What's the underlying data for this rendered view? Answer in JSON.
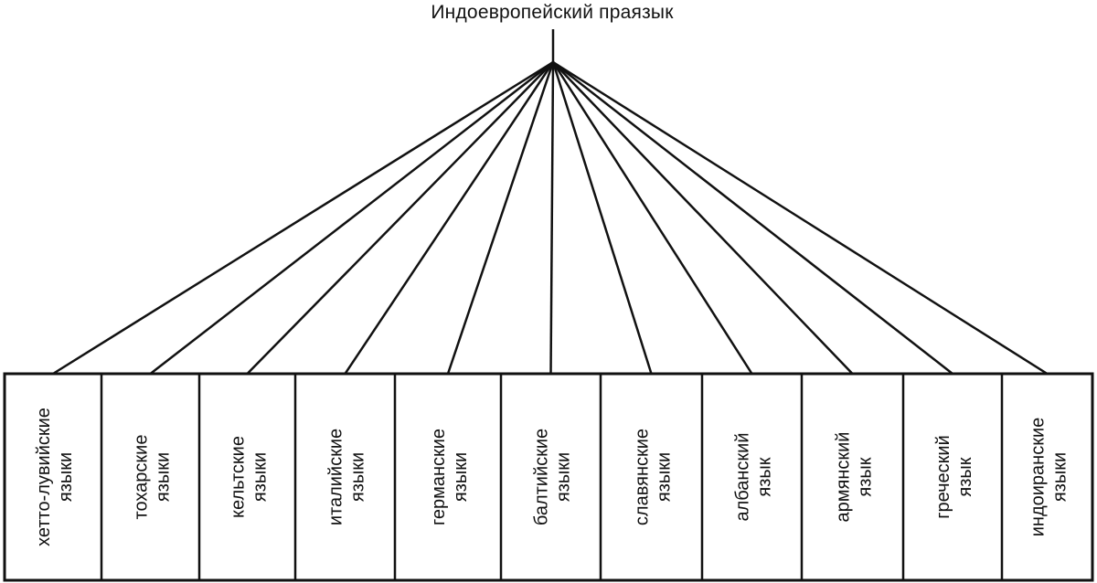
{
  "root": {
    "label": "Индоевропейский праязык"
  },
  "branches": [
    {
      "line1": "хетто-лувийские",
      "line2": "языки"
    },
    {
      "line1": "тохарские",
      "line2": "языки"
    },
    {
      "line1": "кельтские",
      "line2": "языки"
    },
    {
      "line1": "италийские",
      "line2": "языки"
    },
    {
      "line1": "германские",
      "line2": "языки"
    },
    {
      "line1": "балтийские",
      "line2": "языки"
    },
    {
      "line1": "славянские",
      "line2": "языки"
    },
    {
      "line1": "албанский",
      "line2": "язык"
    },
    {
      "line1": "армянский",
      "line2": "язык"
    },
    {
      "line1": "греческий",
      "line2": "язык"
    },
    {
      "line1": "индоиранские",
      "line2": "языки"
    }
  ],
  "colors": {
    "stroke": "#111111",
    "background": "#ffffff"
  }
}
